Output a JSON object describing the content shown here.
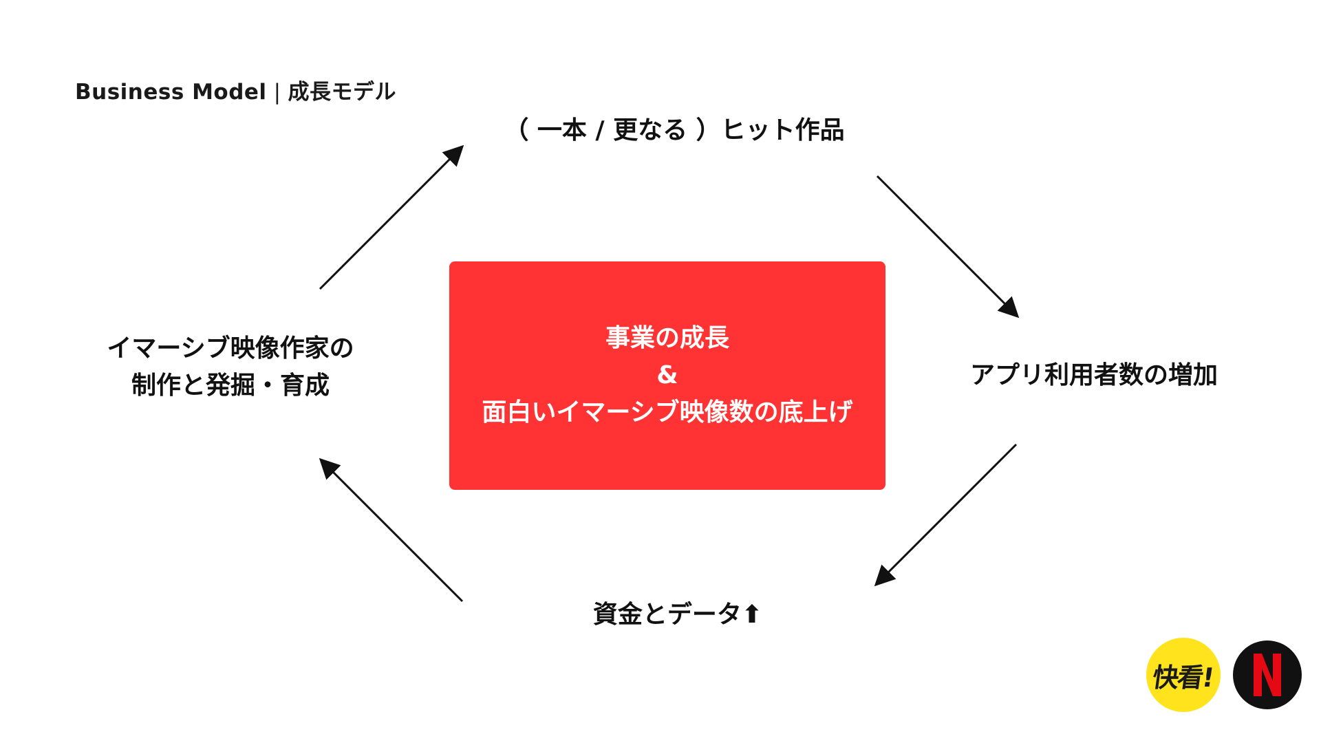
{
  "header": {
    "title": "Business Model",
    "separator": "|",
    "subtitle": "成長モデル"
  },
  "cycle": {
    "top": "（ 一本 / 更なる ）ヒット作品",
    "right": "アプリ利用者数の増加",
    "bottom": "資金とデータ⬆",
    "left_line1": "イマーシブ映像作家の",
    "left_line2": "制作と発掘・育成"
  },
  "center": {
    "line1": "事業の成長",
    "line2": "&",
    "line3": "面白いイマーシブ映像数の底上げ",
    "color": "#ff3333"
  },
  "logos": {
    "kuaikan_text": "快看!",
    "kuaikan_color": "#ffe31c",
    "netflix_letter": "N",
    "netflix_color": "#e50914"
  }
}
